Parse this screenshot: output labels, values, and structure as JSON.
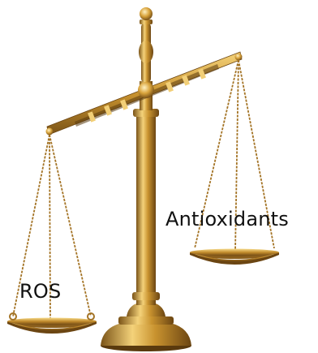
{
  "labels": {
    "left_pan": "ROS",
    "right_pan": "Antioxidants"
  },
  "icons": {
    "object": "balance-scale"
  },
  "colors": {
    "gold_light": "#f4d27a",
    "gold_mid": "#c9932f",
    "gold_dark": "#7a5317",
    "background": "#ffffff",
    "text": "#111111"
  },
  "state": {
    "heavier_side": "left"
  }
}
